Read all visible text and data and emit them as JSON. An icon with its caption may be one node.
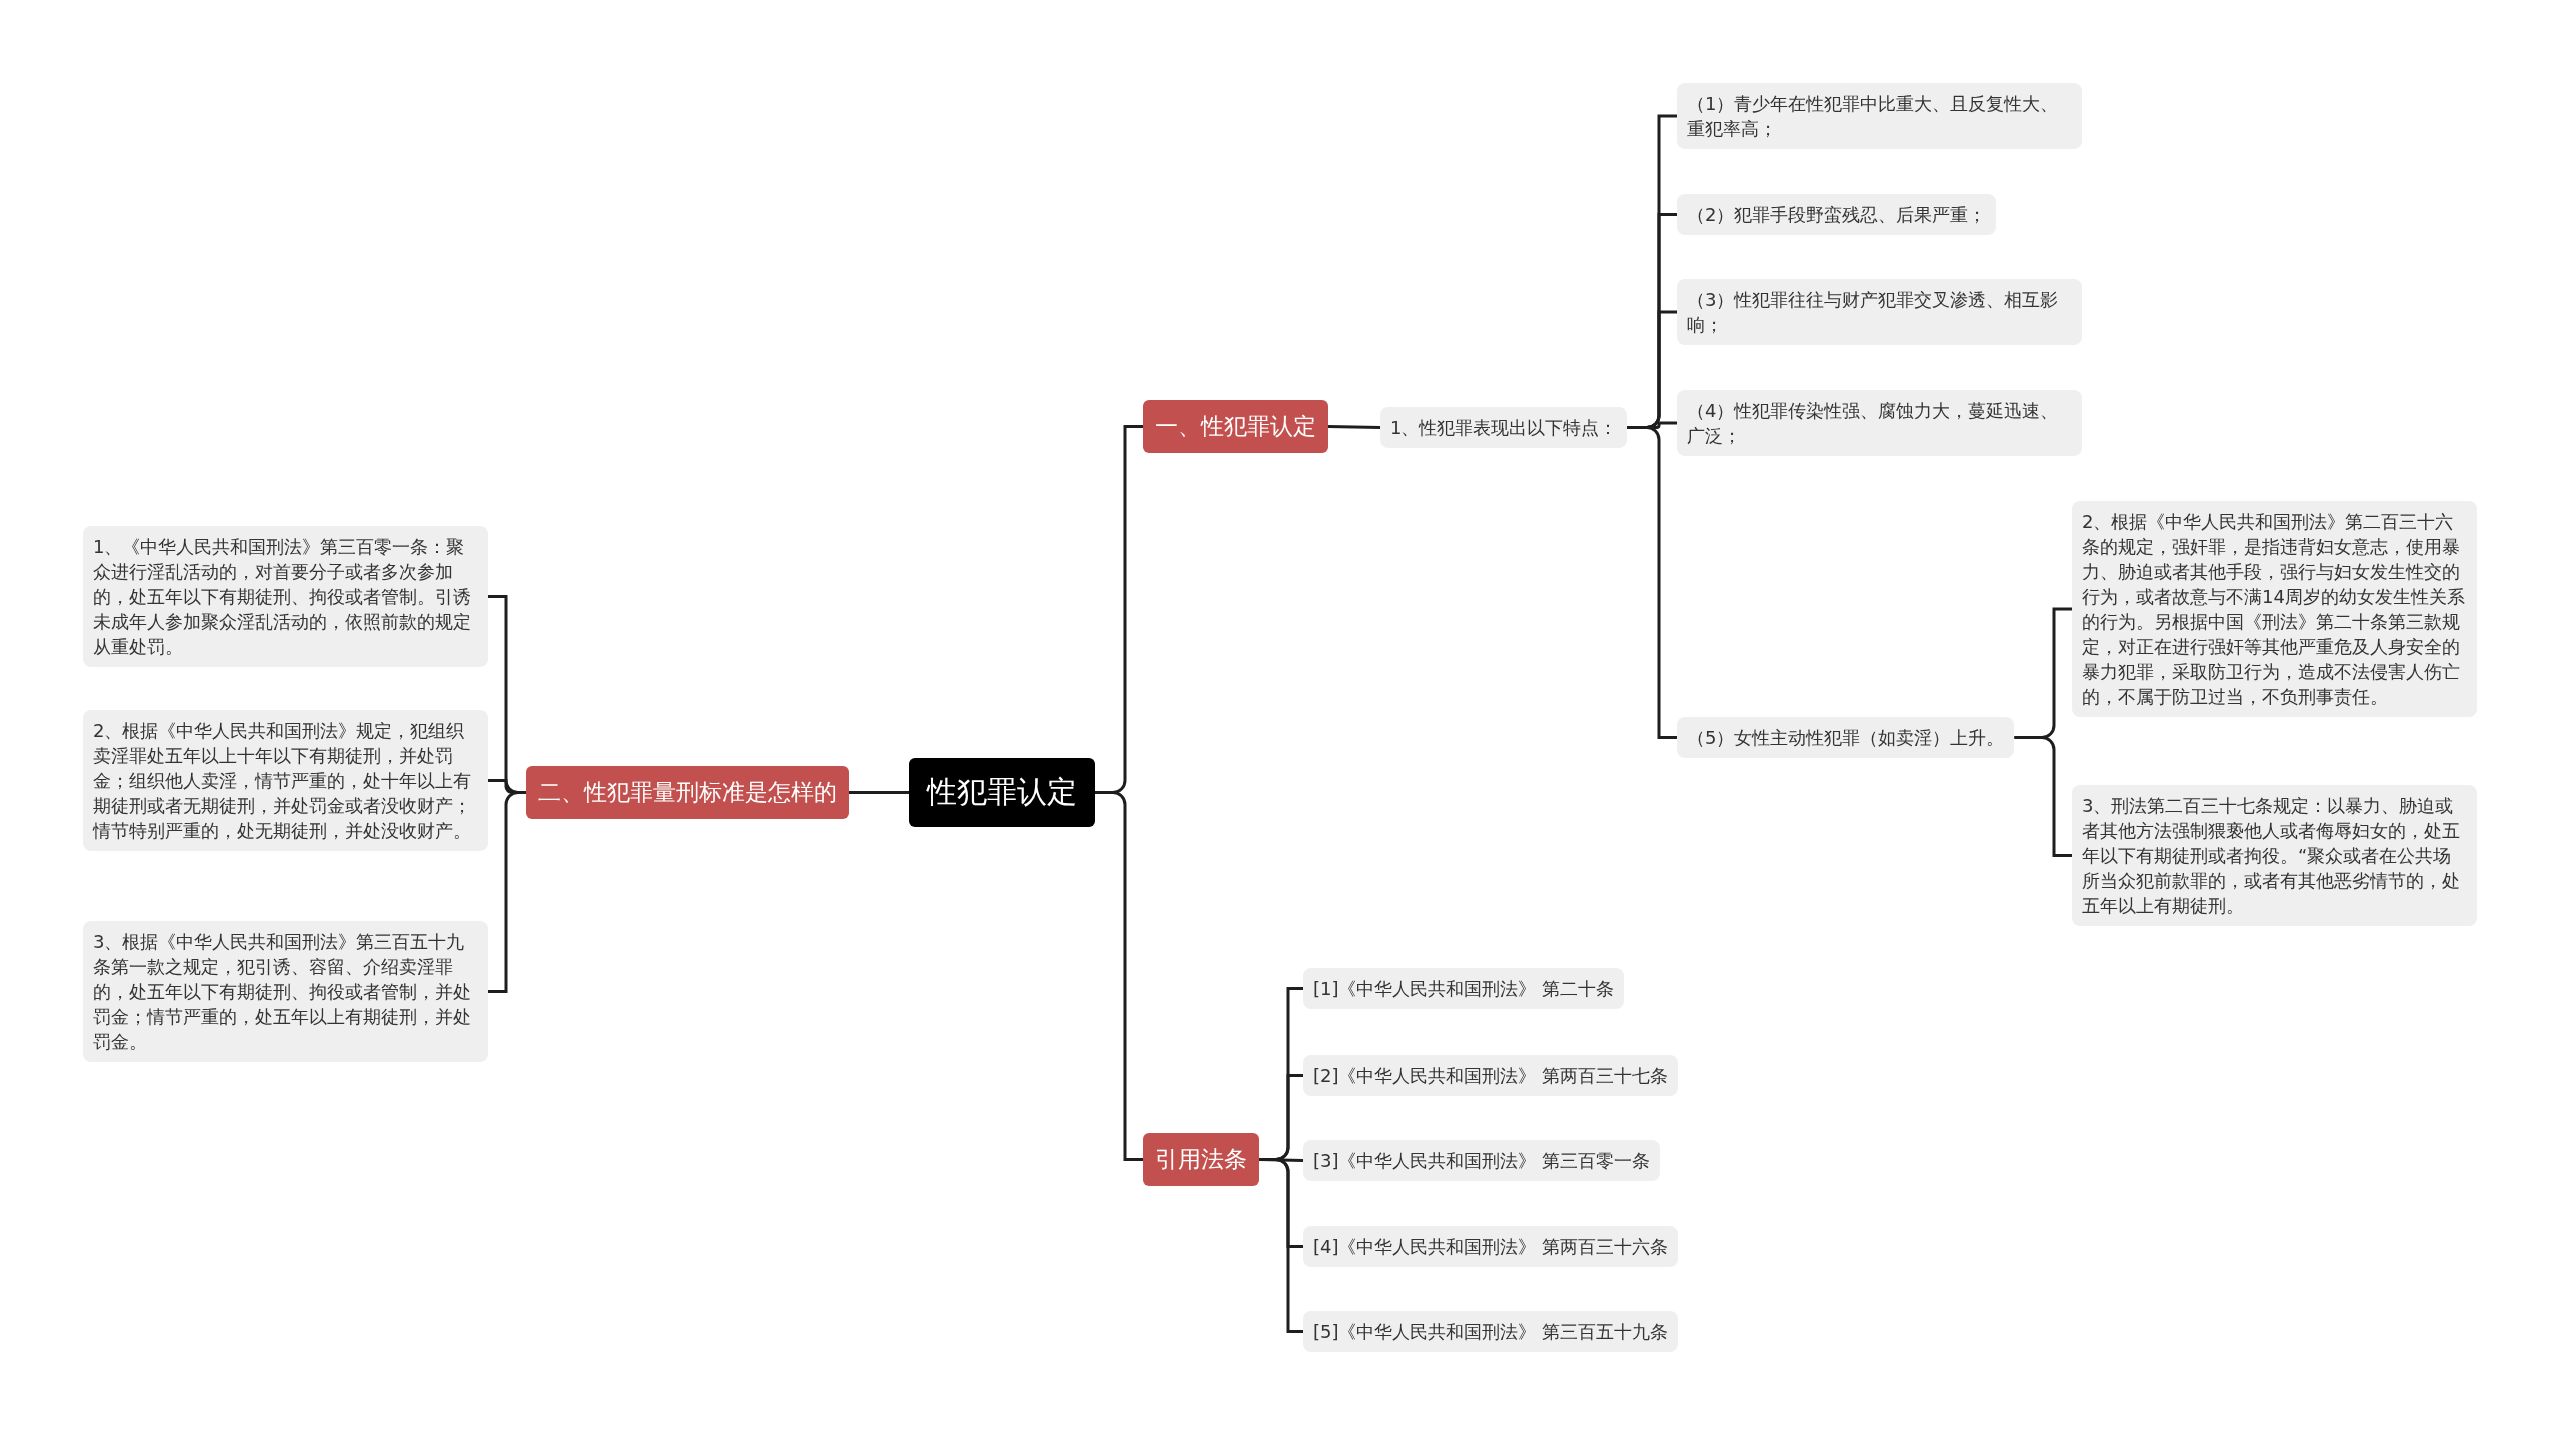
{
  "diagram": {
    "nodes": [
      {
        "text": [
          "性犯罪认定"
        ]
      },
      {
        "text": [
          "一、性犯罪认定"
        ]
      },
      {
        "text": [
          "1、性犯罪表现出以下特点："
        ]
      },
      {
        "text": [
          "（1）青少年在性犯罪中比重大、且反复性大、重犯率高；"
        ]
      },
      {
        "text": [
          "（2）犯罪手段野蛮残忍、后果严重；"
        ]
      },
      {
        "text": [
          "（3）性犯罪往往与财产犯罪交叉渗透、相互影响；"
        ]
      },
      {
        "text": [
          "（4）性犯罪传染性强、腐蚀力大，蔓延迅速、广泛；"
        ]
      },
      {
        "text": [
          "（5）女性主动性犯罪（如卖淫）上升。"
        ]
      },
      {
        "text": [
          "2、根据《中华人民共和国刑法》第二百三十六条的规定，强奸罪，是指违背妇女意志，使用暴力、胁迫或者其他手段，强行与妇女发生性交的行为，或者故意与不满14周岁的幼女发生性关系的行为。另根据中国《刑法》第二十条第三款规定，对正在进行强奸等其他严重危及人身安全的暴力犯罪，采取防卫行为，造成不法侵害人伤亡的，不属于防卫过当，不负刑事责任。"
        ]
      },
      {
        "text": [
          "3、刑法第二百三十七条规定：以暴力、胁迫或者其他方法强制猥亵他人或者侮辱妇女的，处五年以下有期徒刑或者拘役。“聚众或者在公共场所当众犯前款罪的，或者有其他恶劣情节的，处五年以上有期徒刑。"
        ]
      },
      {
        "text": [
          "二、性犯罪量刑标准是怎样的"
        ]
      },
      {
        "text": [
          "1、《中华人民共和国刑法》第三百零一条：聚众进行淫乱活动的，对首要分子或者多次参加的，处五年以下有期徒刑、拘役或者管制。引诱未成年人参加聚众淫乱活动的，依照前款的规定从重处罚。"
        ]
      },
      {
        "text": [
          "2、根据《中华人民共和国刑法》规定，犯组织卖淫罪处五年以上十年以下有期徒刑，并处罚金；组织他人卖淫，情节严重的，处十年以上有期徒刑或者无期徒刑，并处罚金或者没收财产；情节特别严重的，处无期徒刑，并处没收财产。"
        ]
      },
      {
        "text": [
          "3、根据《中华人民共和国刑法》第三百五十九条第一款之规定，犯引诱、容留、介绍卖淫罪的，处五年以下有期徒刑、拘役或者管制，并处罚金；情节严重的，处五年以上有期徒刑，并处罚金。"
        ]
      },
      {
        "text": [
          "引用法条"
        ]
      },
      {
        "text": [
          "[1]《中华人民共和国刑法》 第二十条"
        ]
      },
      {
        "text": [
          "[2]《中华人民共和国刑法》 第两百三十七条"
        ]
      },
      {
        "text": [
          "[3]《中华人民共和国刑法》 第三百零一条"
        ]
      },
      {
        "text": [
          "[4]《中华人民共和国刑法》 第两百三十六条"
        ]
      },
      {
        "text": [
          "[5]《中华人民共和国刑法》 第三百五十九条"
        ]
      }
    ],
    "edges": [
      {
        "from": 0,
        "to": 1,
        "arrow": "none"
      },
      {
        "from": 1,
        "to": 2,
        "arrow": "none"
      },
      {
        "from": 2,
        "to": 3,
        "arrow": "none"
      },
      {
        "from": 2,
        "to": 4,
        "arrow": "none"
      },
      {
        "from": 2,
        "to": 5,
        "arrow": "none"
      },
      {
        "from": 2,
        "to": 6,
        "arrow": "none"
      },
      {
        "from": 2,
        "to": 7,
        "arrow": "none"
      },
      {
        "from": 7,
        "to": 8,
        "arrow": "none"
      },
      {
        "from": 7,
        "to": 9,
        "arrow": "none"
      },
      {
        "from": 0,
        "to": 10,
        "arrow": "none"
      },
      {
        "from": 10,
        "to": 11,
        "arrow": "none"
      },
      {
        "from": 10,
        "to": 12,
        "arrow": "none"
      },
      {
        "from": 10,
        "to": 13,
        "arrow": "none"
      },
      {
        "from": 0,
        "to": 14,
        "arrow": "none"
      },
      {
        "from": 14,
        "to": 15,
        "arrow": "none"
      },
      {
        "from": 14,
        "to": 16,
        "arrow": "none"
      },
      {
        "from": 14,
        "to": 17,
        "arrow": "none"
      },
      {
        "from": 14,
        "to": 18,
        "arrow": "none"
      },
      {
        "from": 14,
        "to": 19,
        "arrow": "none"
      }
    ]
  }
}
